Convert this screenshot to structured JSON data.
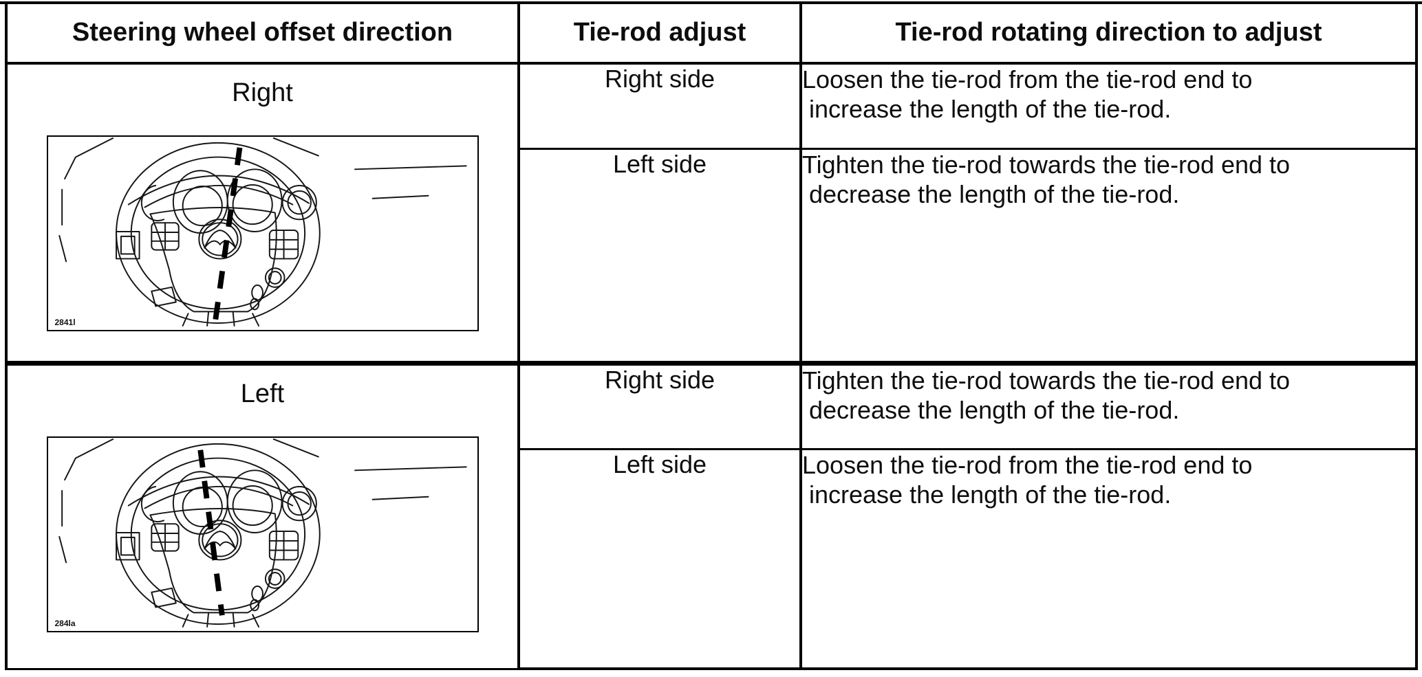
{
  "colors": {
    "background": "#ffffff",
    "border": "#000000",
    "text": "#0d0d0d"
  },
  "table": {
    "headers": [
      "Steering wheel offset direction",
      "Tie-rod adjust",
      "Tie-rod rotating direction to adjust"
    ],
    "groups": [
      {
        "offset_direction": "Right",
        "figure_code": "2841l",
        "rows": [
          {
            "side": "Right side",
            "instruction_line1": "Loosen the tie-rod from the tie-rod end to",
            "instruction_line2": "increase the length of the tie-rod."
          },
          {
            "side": "Left side",
            "instruction_line1": "Tighten the tie-rod towards the tie-rod end to",
            "instruction_line2": "decrease the length of the tie-rod."
          }
        ]
      },
      {
        "offset_direction": "Left",
        "figure_code": "284la",
        "rows": [
          {
            "side": "Right side",
            "instruction_line1": "Tighten the tie-rod towards the tie-rod end to",
            "instruction_line2": "decrease the length of the tie-rod."
          },
          {
            "side": "Left side",
            "instruction_line1": "Loosen the tie-rod from the tie-rod end to",
            "instruction_line2": "increase the length of the tie-rod."
          }
        ]
      }
    ]
  }
}
